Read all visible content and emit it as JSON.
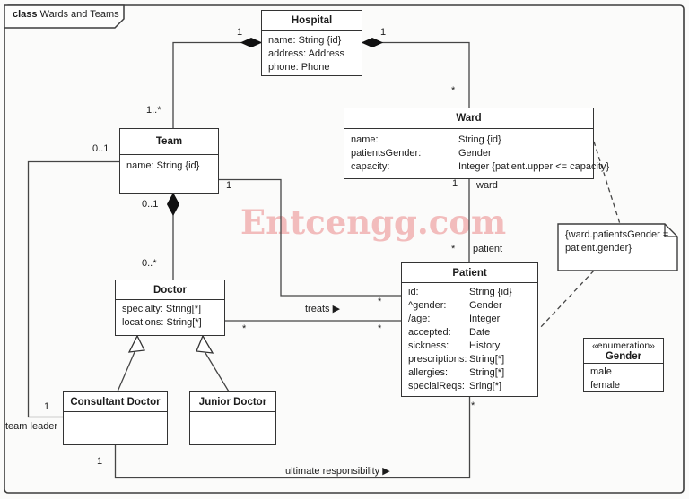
{
  "frame": {
    "keyword": "class",
    "title": "Wards and Teams"
  },
  "watermark": {
    "text": "Entcengg.com"
  },
  "colors": {
    "watermark": "#f2bcbc",
    "line": "#454545",
    "box_border": "#333333"
  },
  "classes": {
    "hospital": {
      "name": "Hospital",
      "attributes": [
        "name: String {id}",
        "address: Address",
        "phone: Phone"
      ]
    },
    "team": {
      "name": "Team",
      "attributes": [
        "name: String {id}"
      ]
    },
    "ward": {
      "name": "Ward",
      "attributes": [
        {
          "label": "name:",
          "type": "String {id}"
        },
        {
          "label": "patientsGender:",
          "type": "Gender"
        },
        {
          "label": "capacity:",
          "type": "Integer {patient.upper <= capacity}"
        }
      ]
    },
    "doctor": {
      "name": "Doctor",
      "attributes": [
        "specialty: String[*]",
        "locations: String[*]"
      ]
    },
    "patient": {
      "name": "Patient",
      "attributes": [
        {
          "label": "id:",
          "type": "String {id}"
        },
        {
          "label": "^gender:",
          "type": "Gender"
        },
        {
          "label": "/age:",
          "type": "Integer"
        },
        {
          "label": "accepted:",
          "type": "Date"
        },
        {
          "label": "sickness:",
          "type": "History"
        },
        {
          "label": "prescriptions:",
          "type": "String[*]"
        },
        {
          "label": "allergies:",
          "type": "String[*]"
        },
        {
          "label": "specialReqs:",
          "type": "Sring[*]"
        }
      ]
    },
    "consultant_doctor": {
      "name": "Consultant Doctor"
    },
    "junior_doctor": {
      "name": "Junior Doctor"
    },
    "gender_enum": {
      "stereotype": "«enumeration»",
      "name": "Gender",
      "literals": [
        "male",
        "female"
      ]
    }
  },
  "note": {
    "text": "{ward.patientsGender = patient.gender}"
  },
  "associations": {
    "hospital_team": {
      "hospital_end": "1",
      "team_end": "1..*"
    },
    "hospital_ward": {
      "hospital_end": "1",
      "ward_end": "*"
    },
    "ward_patient": {
      "ward_end": "1",
      "ward_role": "ward",
      "patient_end": "*",
      "patient_role": "patient"
    },
    "team_doctor": {
      "team_end": "0..1",
      "doctor_end": "0..*"
    },
    "team_patient": {
      "team_end": "1",
      "patient_end": "*"
    },
    "doctor_patient": {
      "name": "treats ▶",
      "doctor_end": "*",
      "patient_end": "*"
    },
    "team_leader": {
      "team_end": "0..1",
      "consultant_end": "1",
      "role": "team leader"
    },
    "ultimate_responsibility": {
      "name": "ultimate responsibility ▶",
      "consultant_end": "1",
      "patient_end": "*"
    }
  }
}
